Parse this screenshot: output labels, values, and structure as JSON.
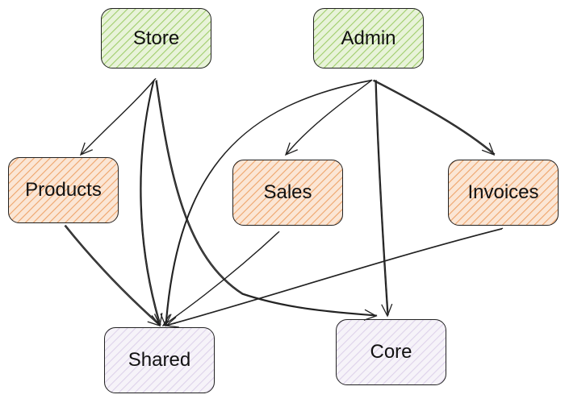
{
  "diagram": {
    "nodes": [
      {
        "id": "store",
        "label": "Store",
        "tier": "app",
        "fill": "#b5d98a"
      },
      {
        "id": "admin",
        "label": "Admin",
        "tier": "app",
        "fill": "#b5d98a"
      },
      {
        "id": "products",
        "label": "Products",
        "tier": "feature",
        "fill": "#f0a96d"
      },
      {
        "id": "sales",
        "label": "Sales",
        "tier": "feature",
        "fill": "#f0a96d"
      },
      {
        "id": "invoices",
        "label": "Invoices",
        "tier": "feature",
        "fill": "#f0a96d"
      },
      {
        "id": "shared",
        "label": "Shared",
        "tier": "library",
        "fill": "#e4dcef"
      },
      {
        "id": "core",
        "label": "Core",
        "tier": "library",
        "fill": "#e4dcef"
      }
    ],
    "edges": [
      {
        "from": "store",
        "to": "products"
      },
      {
        "from": "store",
        "to": "shared"
      },
      {
        "from": "store",
        "to": "core"
      },
      {
        "from": "admin",
        "to": "shared"
      },
      {
        "from": "admin",
        "to": "sales"
      },
      {
        "from": "admin",
        "to": "invoices"
      },
      {
        "from": "admin",
        "to": "core"
      },
      {
        "from": "products",
        "to": "shared"
      },
      {
        "from": "sales",
        "to": "shared"
      },
      {
        "from": "invoices",
        "to": "shared"
      }
    ]
  }
}
